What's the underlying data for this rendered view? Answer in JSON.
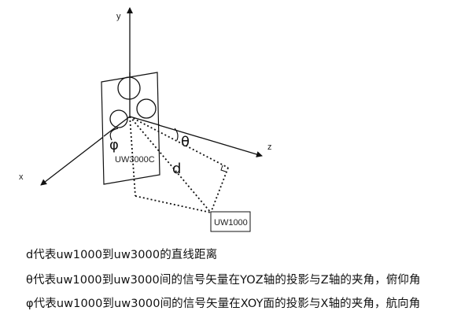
{
  "diagram": {
    "axes": {
      "y": "y",
      "x": "x",
      "z": "z"
    },
    "symbols": {
      "phi": "φ",
      "theta": "θ",
      "d": "d"
    },
    "device_labels": {
      "base": "UW3000C",
      "remote": "UW1000"
    }
  },
  "descriptions": [
    "d代表uw1000到uw3000的直线距离",
    "θ代表uw1000到uw3000间的信号矢量在YOZ轴的投影与Z轴的夹角，俯仰角",
    "φ代表uw1000到uw3000间的信号矢量在XOY面的投影与X轴的夹角，航向角"
  ]
}
